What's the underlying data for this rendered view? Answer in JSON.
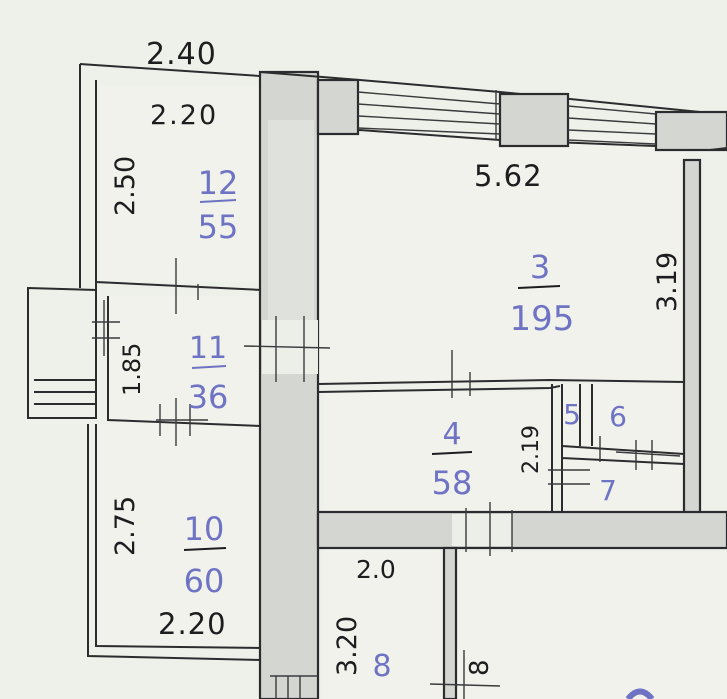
{
  "dimensions": {
    "top_outer": "2.40",
    "room12_width": "2.20",
    "room12_height": "2.50",
    "room3_width": "5.62",
    "room3_height": "3.19",
    "room11_height": "1.85",
    "room4_height": "2.19",
    "room10_height": "2.75",
    "room10_width": "2.20",
    "room8_height": "3.20",
    "room8_width": "2.0"
  },
  "rooms": [
    {
      "number": "12",
      "area": "55"
    },
    {
      "number": "3",
      "area": "195"
    },
    {
      "number": "11",
      "area": "36"
    },
    {
      "number": "4",
      "area": "58"
    },
    {
      "number": "5",
      "area": ""
    },
    {
      "number": "6",
      "area": ""
    },
    {
      "number": "7",
      "area": ""
    },
    {
      "number": "10",
      "area": "60"
    },
    {
      "number": "8",
      "area": ""
    }
  ],
  "partial_labels": {
    "bottom_right_fragment": "8"
  },
  "colors": {
    "paper": "#e9ebe4",
    "ink": "#1d1d1f",
    "blue_ink": "#6e73c4",
    "wall_fill": "#d4d6d2"
  }
}
